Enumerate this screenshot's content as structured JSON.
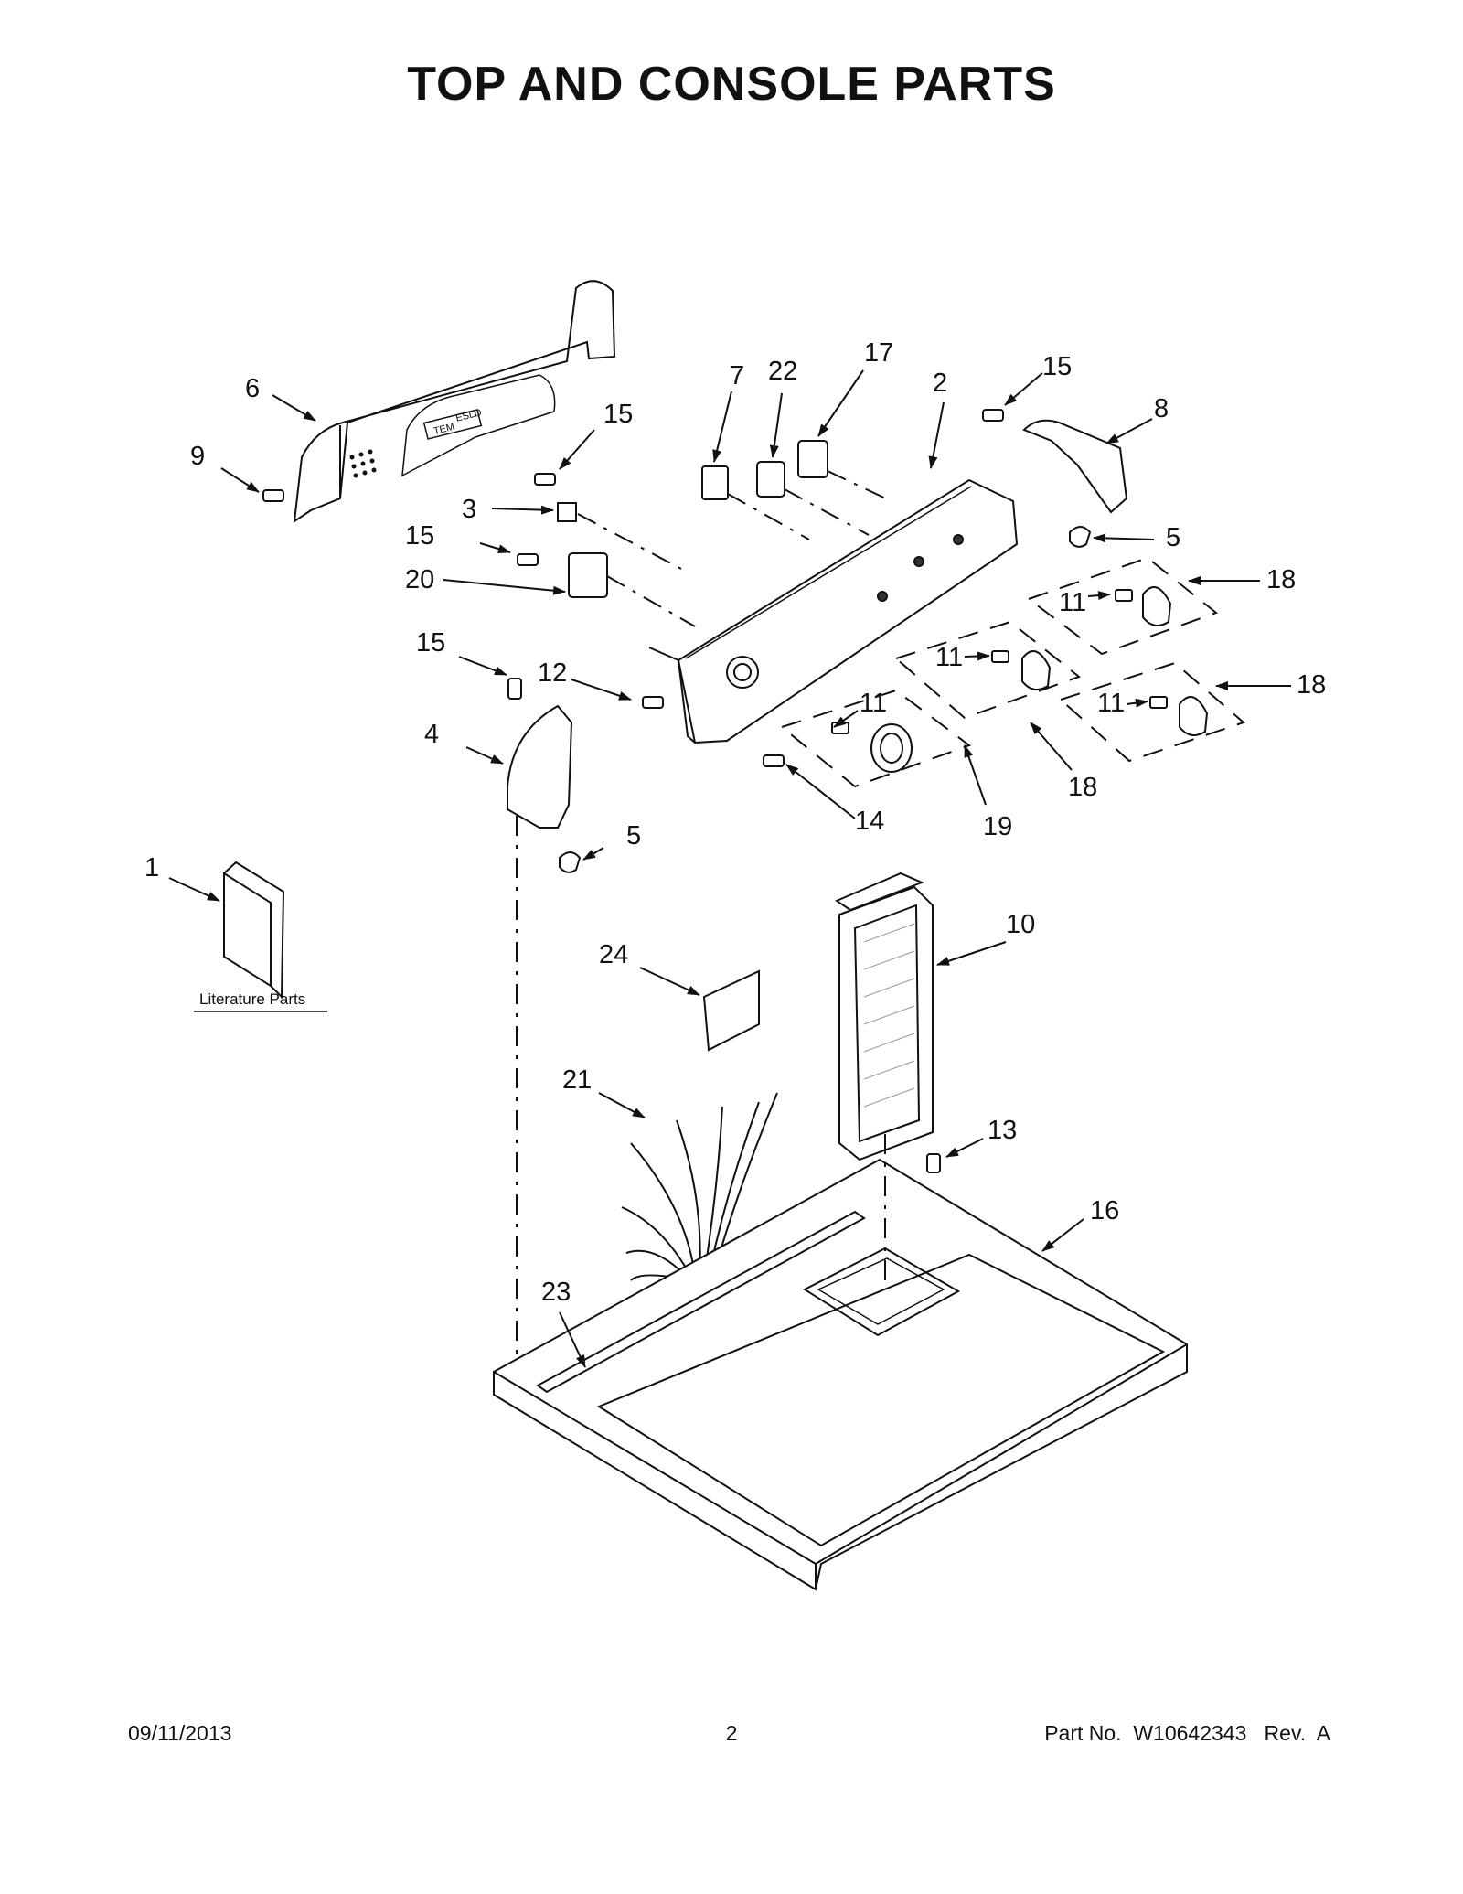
{
  "page": {
    "title": "TOP AND CONSOLE PARTS"
  },
  "callouts": [
    {
      "id": "c6",
      "label": "6"
    },
    {
      "id": "c9",
      "label": "9"
    },
    {
      "id": "c15a",
      "label": "15"
    },
    {
      "id": "c3",
      "label": "3"
    },
    {
      "id": "c15b",
      "label": "15"
    },
    {
      "id": "c20",
      "label": "20"
    },
    {
      "id": "c15c",
      "label": "15"
    },
    {
      "id": "c12",
      "label": "12"
    },
    {
      "id": "c4",
      "label": "4"
    },
    {
      "id": "c5a",
      "label": "5"
    },
    {
      "id": "c7",
      "label": "7"
    },
    {
      "id": "c22",
      "label": "22"
    },
    {
      "id": "c17",
      "label": "17"
    },
    {
      "id": "c2",
      "label": "2"
    },
    {
      "id": "c15d",
      "label": "15"
    },
    {
      "id": "c8",
      "label": "8"
    },
    {
      "id": "c5b",
      "label": "5"
    },
    {
      "id": "c18a",
      "label": "18"
    },
    {
      "id": "c11a",
      "label": "11"
    },
    {
      "id": "c11b",
      "label": "11"
    },
    {
      "id": "c18b",
      "label": "18"
    },
    {
      "id": "c11c",
      "label": "11"
    },
    {
      "id": "c11d",
      "label": "11"
    },
    {
      "id": "c18c",
      "label": "18"
    },
    {
      "id": "c19",
      "label": "19"
    },
    {
      "id": "c14",
      "label": "14"
    },
    {
      "id": "c1",
      "label": "1"
    },
    {
      "id": "c24",
      "label": "24"
    },
    {
      "id": "c10",
      "label": "10"
    },
    {
      "id": "c21",
      "label": "21"
    },
    {
      "id": "c13",
      "label": "13"
    },
    {
      "id": "c16",
      "label": "16"
    },
    {
      "id": "c23",
      "label": "23"
    }
  ],
  "literature": {
    "label": "Literature Parts"
  },
  "panel_text": {
    "left": "TEM",
    "right": "ESLD"
  },
  "footer": {
    "date": "09/11/2013",
    "page_number": "2",
    "part_number": "Part No.  W10642343   Rev.  A"
  }
}
